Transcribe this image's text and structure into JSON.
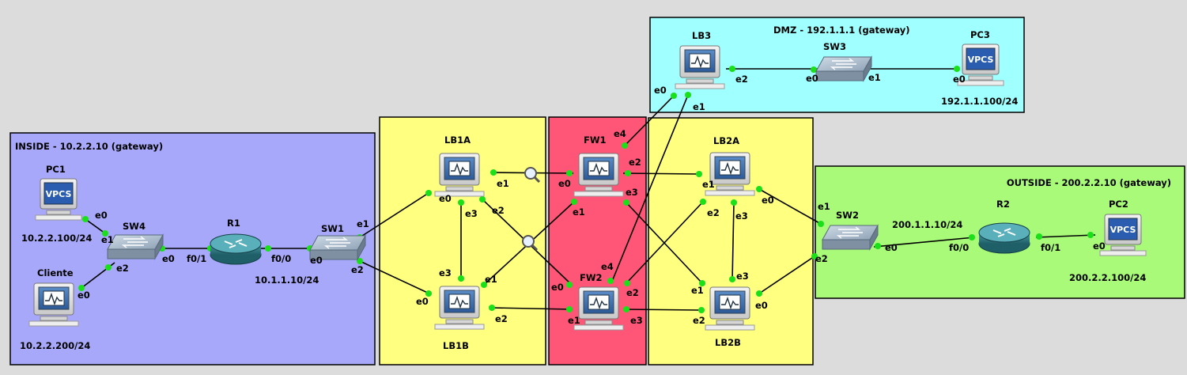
{
  "zones": {
    "inside": {
      "label": "INSIDE - 10.2.2.10 (gateway)",
      "color": "#a8a8fa"
    },
    "lb1": {
      "label": "",
      "color": "#ffff80"
    },
    "fw": {
      "label": "",
      "color": "#ff5577"
    },
    "lb2": {
      "label": "",
      "color": "#ffff80"
    },
    "dmz": {
      "label": "DMZ - 192.1.1.1 (gateway)",
      "color": "#a0ffff"
    },
    "outside": {
      "label": "OUTSIDE - 200.2.2.10 (gateway)",
      "color": "#a8fa78"
    }
  },
  "devices": {
    "pc1": {
      "label": "PC1",
      "type": "vpcs",
      "icon": "vpcs-icon",
      "badge": "VPCS"
    },
    "cliente": {
      "label": "Cliente",
      "type": "host",
      "icon": "monitor-icon"
    },
    "sw4": {
      "label": "SW4",
      "type": "switch",
      "icon": "switch-icon"
    },
    "r1": {
      "label": "R1",
      "type": "router",
      "icon": "router-icon"
    },
    "sw1": {
      "label": "SW1",
      "type": "switch",
      "icon": "switch-icon"
    },
    "lb1a": {
      "label": "LB1A",
      "type": "host",
      "icon": "monitor-icon"
    },
    "lb1b": {
      "label": "LB1B",
      "type": "host",
      "icon": "monitor-icon"
    },
    "fw1": {
      "label": "FW1",
      "type": "host",
      "icon": "monitor-icon"
    },
    "fw2": {
      "label": "FW2",
      "type": "host",
      "icon": "monitor-icon"
    },
    "lb2a": {
      "label": "LB2A",
      "type": "host",
      "icon": "monitor-icon"
    },
    "lb2b": {
      "label": "LB2B",
      "type": "host",
      "icon": "monitor-icon"
    },
    "lb3": {
      "label": "LB3",
      "type": "host",
      "icon": "monitor-icon"
    },
    "sw3": {
      "label": "SW3",
      "type": "switch",
      "icon": "switch-icon"
    },
    "pc3": {
      "label": "PC3",
      "type": "vpcs",
      "icon": "vpcs-icon",
      "badge": "VPCS"
    },
    "sw2": {
      "label": "SW2",
      "type": "switch",
      "icon": "switch-icon"
    },
    "r2": {
      "label": "R2",
      "type": "router",
      "icon": "router-icon"
    },
    "pc2": {
      "label": "PC2",
      "type": "vpcs",
      "icon": "vpcs-icon",
      "badge": "VPCS"
    }
  },
  "addresses": {
    "pc1": "10.2.2.100/24",
    "cliente": "10.2.2.200/24",
    "r1": "10.1.1.10/24",
    "pc3": "192.1.1.100/24",
    "r2": "200.1.1.10/24",
    "pc2": "200.2.2.100/24"
  },
  "links": [
    {
      "a": "pc1",
      "a_port": "e0",
      "b": "sw4",
      "b_port": "e1"
    },
    {
      "a": "cliente",
      "a_port": "e0",
      "b": "sw4",
      "b_port": "e2"
    },
    {
      "a": "sw4",
      "a_port": "e0",
      "b": "r1",
      "b_port": "f0/1"
    },
    {
      "a": "r1",
      "a_port": "f0/0",
      "b": "sw1",
      "b_port": "e0"
    },
    {
      "a": "sw1",
      "a_port": "e1",
      "b": "lb1a",
      "b_port": "e0"
    },
    {
      "a": "sw1",
      "a_port": "e2",
      "b": "lb1b",
      "b_port": "e0"
    },
    {
      "a": "lb1a",
      "a_port": "e3",
      "b": "lb1b",
      "b_port": "e3"
    },
    {
      "a": "lb1a",
      "a_port": "e1",
      "b": "fw1",
      "b_port": "e0",
      "capture": true
    },
    {
      "a": "lb1a",
      "a_port": "e2",
      "b": "fw2",
      "b_port": "e0"
    },
    {
      "a": "lb1b",
      "a_port": "e1",
      "b": "fw1",
      "b_port": "e1",
      "capture": true
    },
    {
      "a": "lb1b",
      "a_port": "e2",
      "b": "fw2",
      "b_port": "e1"
    },
    {
      "a": "fw1",
      "a_port": "e2",
      "b": "lb2a",
      "b_port": "e1"
    },
    {
      "a": "fw1",
      "a_port": "e3",
      "b": "lb2b",
      "b_port": "e1"
    },
    {
      "a": "fw1",
      "a_port": "e4",
      "b": "lb3",
      "b_port": "e0"
    },
    {
      "a": "fw2",
      "a_port": "e4",
      "b": "lb3",
      "b_port": "e1"
    },
    {
      "a": "fw2",
      "a_port": "e2",
      "b": "lb2a",
      "b_port": "e2"
    },
    {
      "a": "fw2",
      "a_port": "e3",
      "b": "lb2b",
      "b_port": "e2"
    },
    {
      "a": "lb2a",
      "a_port": "e3",
      "b": "lb2b",
      "b_port": "e3"
    },
    {
      "a": "lb2a",
      "a_port": "e0",
      "b": "sw2",
      "b_port": "e1"
    },
    {
      "a": "lb2b",
      "a_port": "e0",
      "b": "sw2",
      "b_port": "e2"
    },
    {
      "a": "sw2",
      "a_port": "e0",
      "b": "r2",
      "b_port": "f0/0"
    },
    {
      "a": "r2",
      "a_port": "f0/1",
      "b": "pc2",
      "b_port": "e0"
    },
    {
      "a": "lb3",
      "a_port": "e2",
      "b": "sw3",
      "b_port": "e0"
    },
    {
      "a": "sw3",
      "a_port": "e1",
      "b": "pc3",
      "b_port": "e0"
    }
  ],
  "colors": {
    "background": "#dcdcdc",
    "link_dot": "#19e019",
    "vpcs_badge": "#2a5db0",
    "monitor_screen": "#3a6aa8",
    "router": "#2f7f8a",
    "switch": "#9aaebe"
  }
}
